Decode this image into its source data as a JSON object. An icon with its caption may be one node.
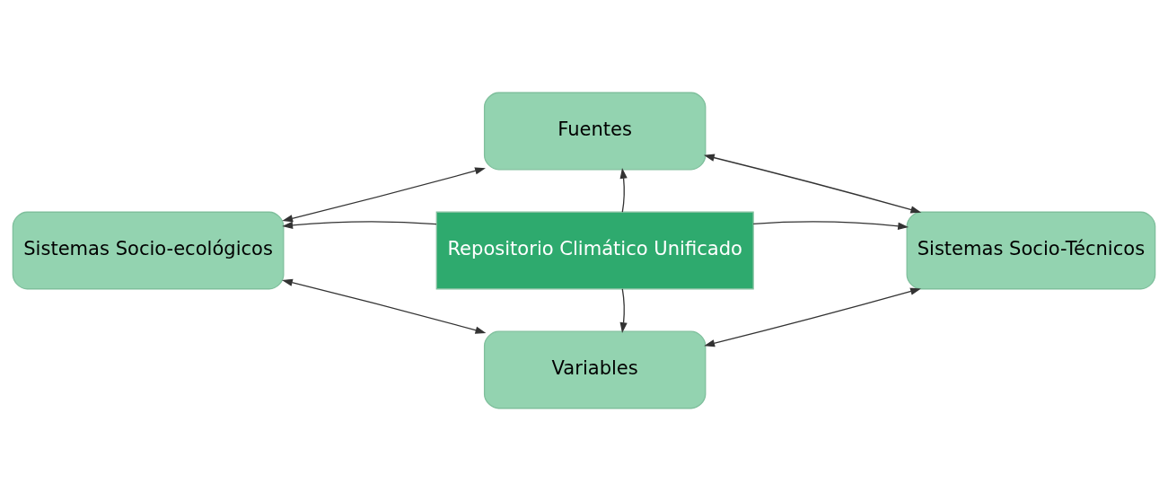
{
  "diagram": {
    "nodes": [
      {
        "text": [
          "Fuentes"
        ]
      },
      {
        "text": [
          "Sistemas Socio-ecológicos"
        ]
      },
      {
        "text": [
          "Repositorio Climático Unificado"
        ]
      },
      {
        "text": [
          "Sistemas Socio-Técnicos"
        ]
      },
      {
        "text": [
          "Variables"
        ]
      }
    ],
    "edges": [
      {
        "from": 2,
        "to": 0,
        "arrow": "to"
      },
      {
        "from": 2,
        "to": 1,
        "arrow": "to"
      },
      {
        "from": 2,
        "to": 3,
        "arrow": "to"
      },
      {
        "from": 2,
        "to": 4,
        "arrow": "to"
      },
      {
        "from": 1,
        "to": 0,
        "arrow": "both"
      },
      {
        "from": 0,
        "to": 3,
        "arrow": "both"
      },
      {
        "from": 1,
        "to": 4,
        "arrow": "both"
      },
      {
        "from": 4,
        "to": 3,
        "arrow": "both"
      }
    ]
  }
}
